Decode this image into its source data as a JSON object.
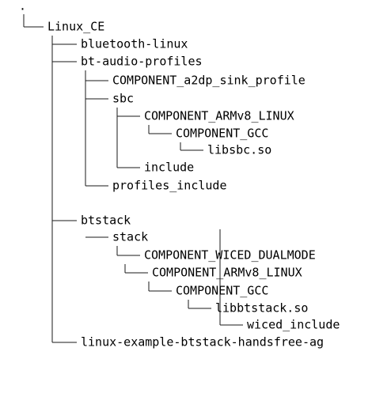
{
  "tree": {
    "label": ".",
    "children": [
      {
        "label": "Linux_CE",
        "children": [
          {
            "label": "bluetooth-linux"
          },
          {
            "label": "bt-audio-profiles",
            "children": [
              {
                "label": "COMPONENT_a2dp_sink_profile"
              },
              {
                "label": "sbc",
                "children": [
                  {
                    "label": "COMPONENT_ARMv8_LINUX",
                    "children": [
                      {
                        "label": "COMPONENT_GCC",
                        "children": [
                          {
                            "label": "libsbc.so"
                          }
                        ]
                      }
                    ]
                  },
                  {
                    "label": "include"
                  }
                ]
              },
              {
                "label": "profiles_include"
              }
            ]
          },
          {
            "label": "btstack",
            "children": [
              {
                "label": "stack",
                "children": [
                  {
                    "label": "COMPONENT_WICED_DUALMODE",
                    "children": [
                      {
                        "label": "COMPONENT_ARMv8_LINUX",
                        "children": [
                          {
                            "label": "COMPONENT_GCC",
                            "children": [
                              {
                                "label": "libbtstack.so"
                              }
                            ]
                          }
                        ]
                      }
                    ]
                  }
                ]
              },
              {
                "label": "wiced_include"
              }
            ]
          },
          {
            "label": "linux-example-btstack-handsfree-ag"
          }
        ]
      }
    ]
  }
}
